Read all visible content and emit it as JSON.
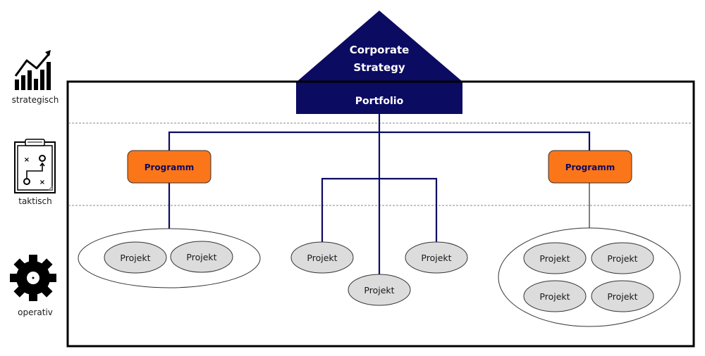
{
  "colors": {
    "navy": "#0c0b62",
    "orange": "#fb7618",
    "project_fill": "#dcdcdc",
    "frame": "#000000"
  },
  "levels": [
    {
      "label": "strategisch",
      "icon": "chart-growth-icon"
    },
    {
      "label": "taktisch",
      "icon": "clipboard-tactics-icon"
    },
    {
      "label": "operativ",
      "icon": "gear-icon"
    }
  ],
  "top": {
    "strategy_line1": "Corporate",
    "strategy_line2": "Strategy",
    "portfolio": "Portfolio"
  },
  "programs": [
    {
      "label": "Programm",
      "projects": [
        "Projekt",
        "Projekt"
      ]
    },
    {
      "label": "Programm",
      "projects": [
        "Projekt",
        "Projekt",
        "Projekt",
        "Projekt"
      ]
    }
  ],
  "standalone_projects": [
    "Projekt",
    "Projekt",
    "Projekt"
  ]
}
